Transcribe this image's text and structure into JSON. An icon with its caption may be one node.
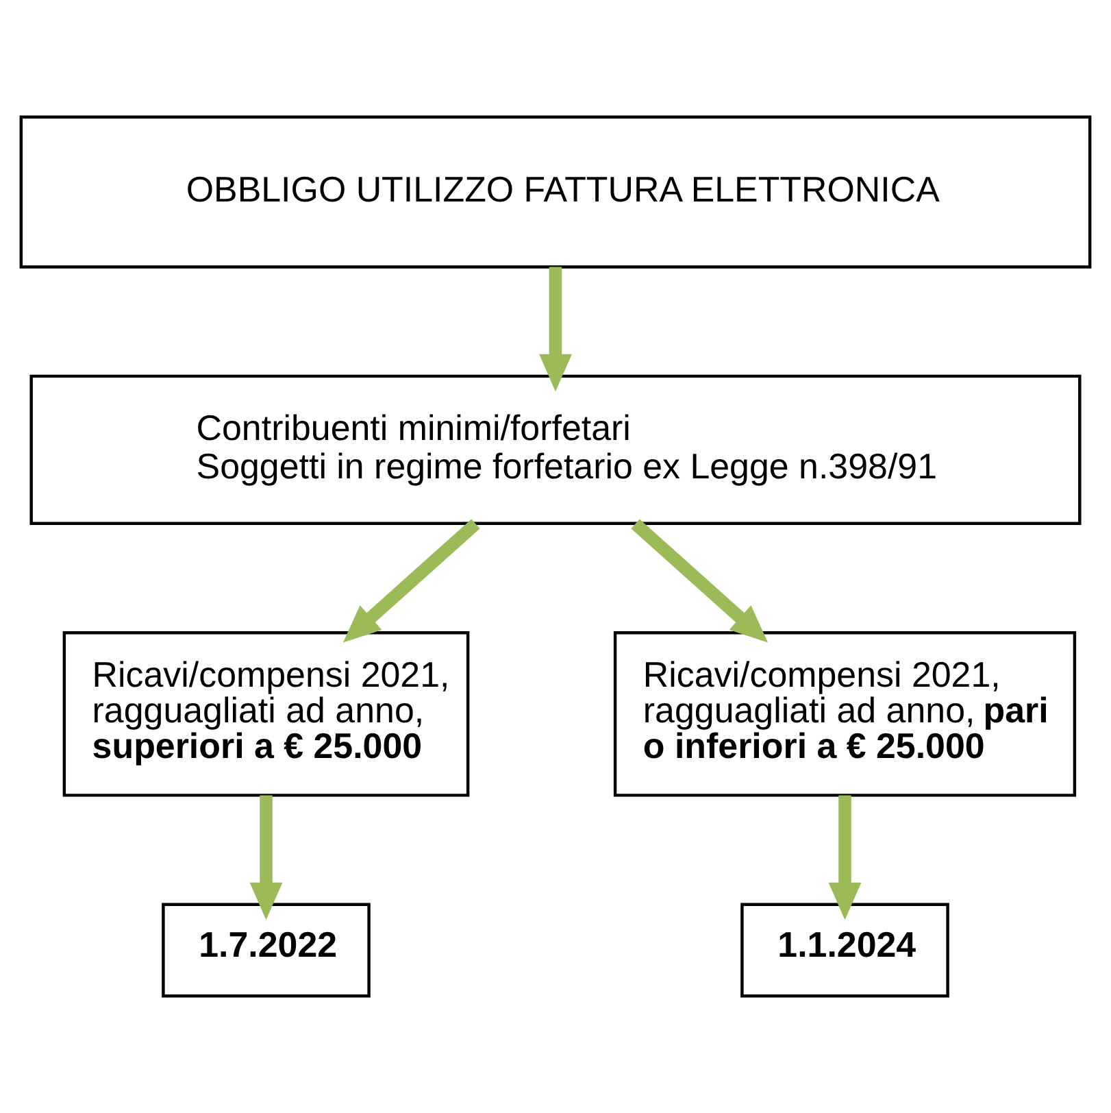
{
  "diagram": {
    "nodes": [
      {
        "text": [
          "OBBLIGO UTILIZZO FATTURA ELETTRONICA"
        ]
      },
      {
        "text": [
          "Contribuenti minimi/forfetari",
          "Soggetti in regime forfetario ex Legge n.398/91"
        ]
      },
      {
        "text": [
          "Ricavi/compensi 2021, ragguagliati ad anno, **superiori a € 25.000**"
        ]
      },
      {
        "text": [
          "Ricavi/compensi 2021, ragguagliati ad anno, **pari o inferiori a € 25.000**"
        ]
      },
      {
        "text": [
          "1.7.2022"
        ]
      },
      {
        "text": [
          "1.1.2024"
        ]
      }
    ],
    "edges": [
      {
        "from": 0,
        "to": 1,
        "arrow": "to"
      },
      {
        "from": 1,
        "to": 2,
        "arrow": "to"
      },
      {
        "from": 1,
        "to": 3,
        "arrow": "to"
      },
      {
        "from": 2,
        "to": 4,
        "arrow": "to"
      },
      {
        "from": 3,
        "to": 5,
        "arrow": "to"
      }
    ]
  }
}
